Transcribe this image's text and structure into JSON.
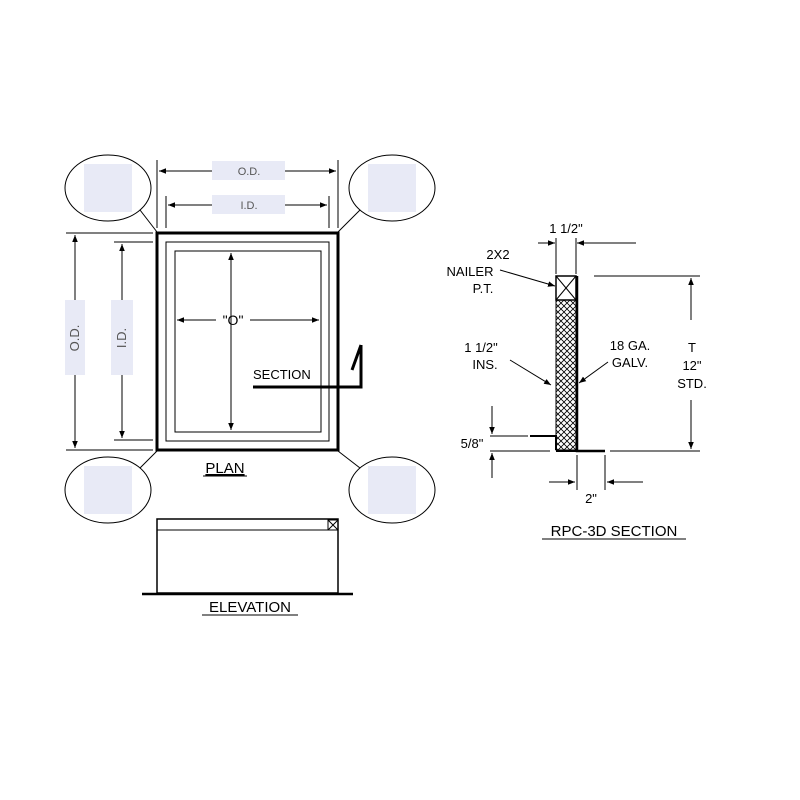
{
  "plan": {
    "od_top": "O.D.",
    "id_top": "I.D.",
    "od_left": "O.D.",
    "id_left": "I.D.",
    "opening": "\"O\"",
    "section_callout": "SECTION",
    "title": "PLAN"
  },
  "elevation": {
    "title": "ELEVATION"
  },
  "section": {
    "title": "RPC-3D SECTION",
    "dim_top": "1 1/2\"",
    "nailer_line1": "2X2",
    "nailer_line2": "NAILER",
    "nailer_line3": "P.T.",
    "ins_line1": "1 1/2\"",
    "ins_line2": "INS.",
    "galv_line1": "18 GA.",
    "galv_line2": "GALV.",
    "height_line1": "T",
    "height_line2": "12\"",
    "height_line3": "STD.",
    "dim_flange": "5/8\"",
    "dim_bottom": "2\""
  },
  "colors": {
    "label_box": "#e8eaf6",
    "corner_box": "#e8eaf6",
    "line": "#000000"
  }
}
